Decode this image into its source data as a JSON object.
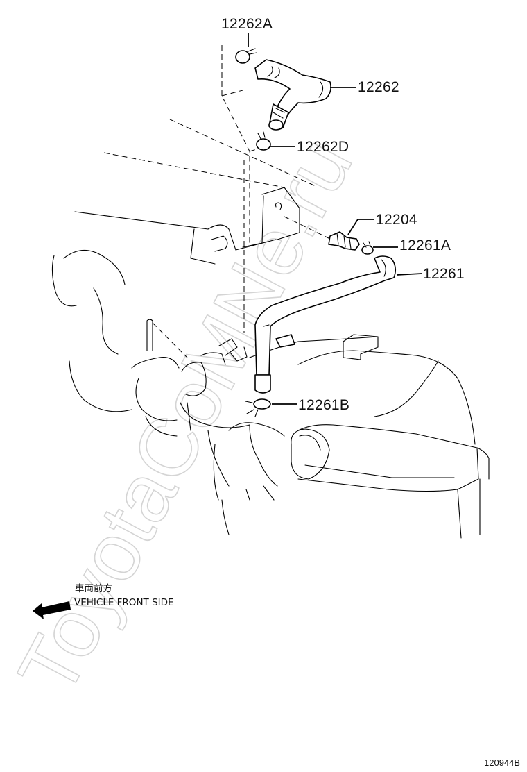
{
  "watermark": {
    "text": "ToyotaCoMNe.ru"
  },
  "parts": [
    {
      "id": "clamp-12262a",
      "label": "12262A"
    },
    {
      "id": "hose-12262",
      "label": "12262"
    },
    {
      "id": "clamp-12262d",
      "label": "12262D"
    },
    {
      "id": "pcv-valve-12204",
      "label": "12204"
    },
    {
      "id": "clamp-12261a",
      "label": "12261A"
    },
    {
      "id": "hose-12261",
      "label": "12261"
    },
    {
      "id": "clamp-12261b",
      "label": "12261B"
    }
  ],
  "direction_note": {
    "japanese": "車両前方",
    "english": "VEHICLE FRONT SIDE"
  },
  "figure_number": "120944B"
}
